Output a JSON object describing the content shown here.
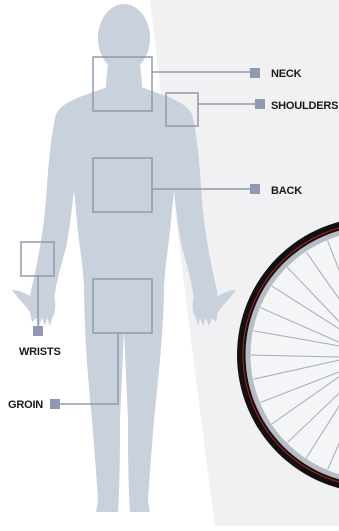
{
  "colors": {
    "body": "#c9d1dc",
    "background_panel": "#f1f1f3",
    "callout": "#8f9ab0",
    "tire": "#111111",
    "rim": "#b8bcc4",
    "spokes": "#a6abb4",
    "tire_accent": "#b22222"
  },
  "figure": {
    "icon": "human-silhouette-icon",
    "zones": [
      "neck",
      "shoulders",
      "back",
      "wrists",
      "groin"
    ]
  },
  "wheel": {
    "icon": "bicycle-wheel-icon"
  },
  "labels": {
    "neck": "NECK",
    "shoulders": "SHOULDERS",
    "back": "BACK",
    "wrists": "WRISTS",
    "groin": "GROIN"
  }
}
